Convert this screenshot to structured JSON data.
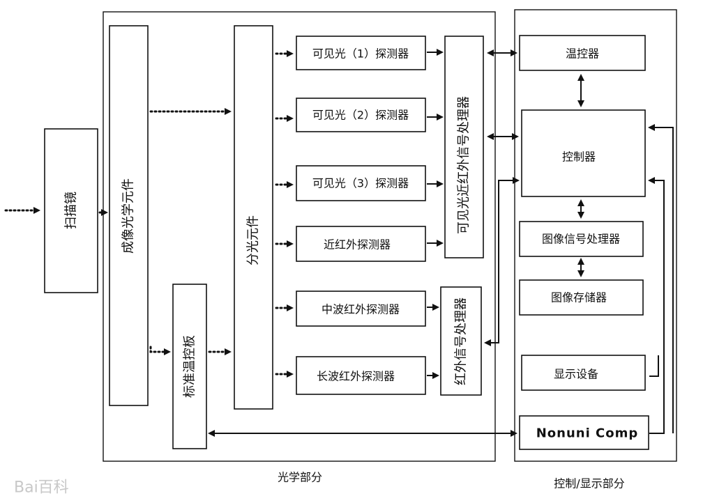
{
  "scan_mirror": "扫描镜",
  "imaging_optics": "成像光学元件",
  "splitter": "分光元件",
  "calibration_plate": "标准温控板",
  "detectors": {
    "vis1": "可见光（1）探测器",
    "vis2": "可见光（2）探测器",
    "vis3": "可见光（3）探测器",
    "nir": "近红外探测器",
    "mwir": "中波红外探测器",
    "lwir": "长波红外探测器"
  },
  "vis_nir_processor": "可见光近红外信号处理器",
  "ir_processor": "红外信号处理器",
  "control": {
    "temp_controller": "温控器",
    "controller": "控制器",
    "image_processor": "图像信号处理器",
    "image_storage": "图像存储器",
    "display": "显示设备",
    "nonuni": "Nonuni Comp"
  },
  "section_optics": "光学部分",
  "section_control": "控制/显示部分",
  "watermark": "Bai百科"
}
